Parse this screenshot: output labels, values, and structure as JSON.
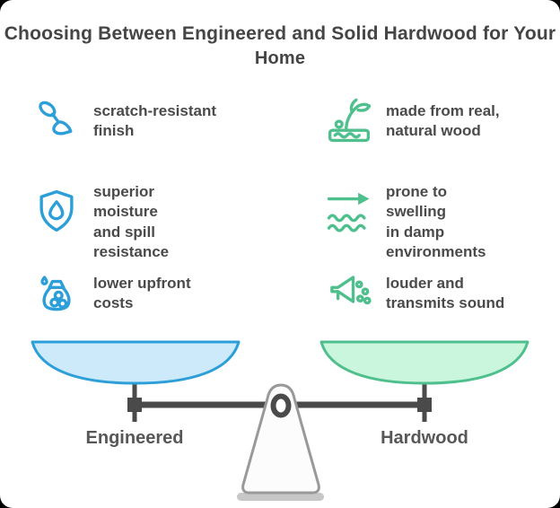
{
  "title": {
    "line1": "Choosing Between Engineered and Solid Hardwood for Your",
    "line2": "Home"
  },
  "features": {
    "left": [
      {
        "icon": "paintbrush-icon",
        "text": "scratch-resistant\nfinish"
      },
      {
        "icon": "shield-droplet-icon",
        "text": "superior\nmoisture\nand spill\nresistance"
      },
      {
        "icon": "money-bag-icon",
        "text": "lower upfront\ncosts"
      }
    ],
    "right": [
      {
        "icon": "sprout-icon",
        "text": "made from real,\nnatural wood"
      },
      {
        "icon": "waves-arrow-icon",
        "text": "prone to\nswelling\nin damp\nenvironments"
      },
      {
        "icon": "megaphone-icon",
        "text": "louder and\ntransmits sound"
      }
    ]
  },
  "scale": {
    "left_label": "Engineered",
    "right_label": "Hardwood"
  },
  "colors": {
    "accent_blue": "#2d9fd8",
    "accent_green": "#4fc08d",
    "pan_left_fill": "#cdeafb",
    "pan_left_stroke": "#2d9fd8",
    "pan_right_fill": "#c9f6dc",
    "pan_right_stroke": "#4fc08d",
    "beam_gray": "#4a4a4a",
    "text_gray": "#4a4a4a",
    "label_gray": "#575757",
    "fulcrum_stroke": "#999999"
  }
}
